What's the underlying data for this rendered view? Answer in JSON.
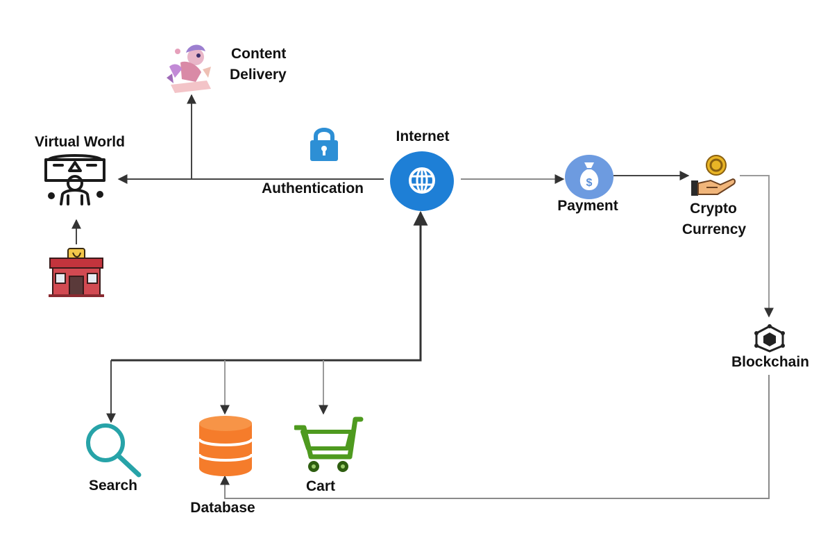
{
  "nodes": {
    "content_delivery": {
      "label_line1": "Content",
      "label_line2": "Delivery",
      "icon": "content-delivery-illustration"
    },
    "virtual_world": {
      "label": "Virtual World",
      "icon": "vr-headset-person-icon"
    },
    "store": {
      "icon": "storefront-icon"
    },
    "authentication": {
      "label": "Authentication",
      "icon": "lock-icon"
    },
    "internet": {
      "label": "Internet",
      "icon": "globe-icon"
    },
    "payment": {
      "label": "Payment",
      "icon": "money-bag-icon"
    },
    "crypto": {
      "label_line1": "Crypto",
      "label_line2": "Currency",
      "icon": "coin-hand-icon"
    },
    "blockchain": {
      "label": "Blockchain",
      "icon": "blockchain-cube-icon"
    },
    "search": {
      "label": "Search",
      "icon": "magnifier-icon"
    },
    "database": {
      "label": "Database",
      "icon": "database-icon"
    },
    "cart": {
      "label": "Cart",
      "icon": "shopping-cart-icon"
    }
  },
  "edges": [
    {
      "from": "internet",
      "to": "virtual_world"
    },
    {
      "from": "internet",
      "to": "content_delivery"
    },
    {
      "from": "store",
      "to": "virtual_world"
    },
    {
      "from": "internet",
      "to": "payment"
    },
    {
      "from": "payment",
      "to": "crypto"
    },
    {
      "from": "crypto",
      "to": "blockchain"
    },
    {
      "from": "blockchain",
      "to": "database"
    },
    {
      "from": "internet",
      "to": "search"
    },
    {
      "from": "internet",
      "to": "database"
    },
    {
      "from": "internet",
      "to": "cart"
    }
  ],
  "colors": {
    "line": "#555555",
    "line_light": "#9a9a9a",
    "internet_blue": "#1e7fd6",
    "lock_blue": "#2d8fd5",
    "payment_blue": "#5b8fd8",
    "coin_gold": "#e9b526",
    "search_teal": "#27a3a8",
    "database_orange": "#f57c2b",
    "cart_green": "#4e9a1f",
    "store_red": "#c3343d",
    "label_text": "#111111"
  }
}
